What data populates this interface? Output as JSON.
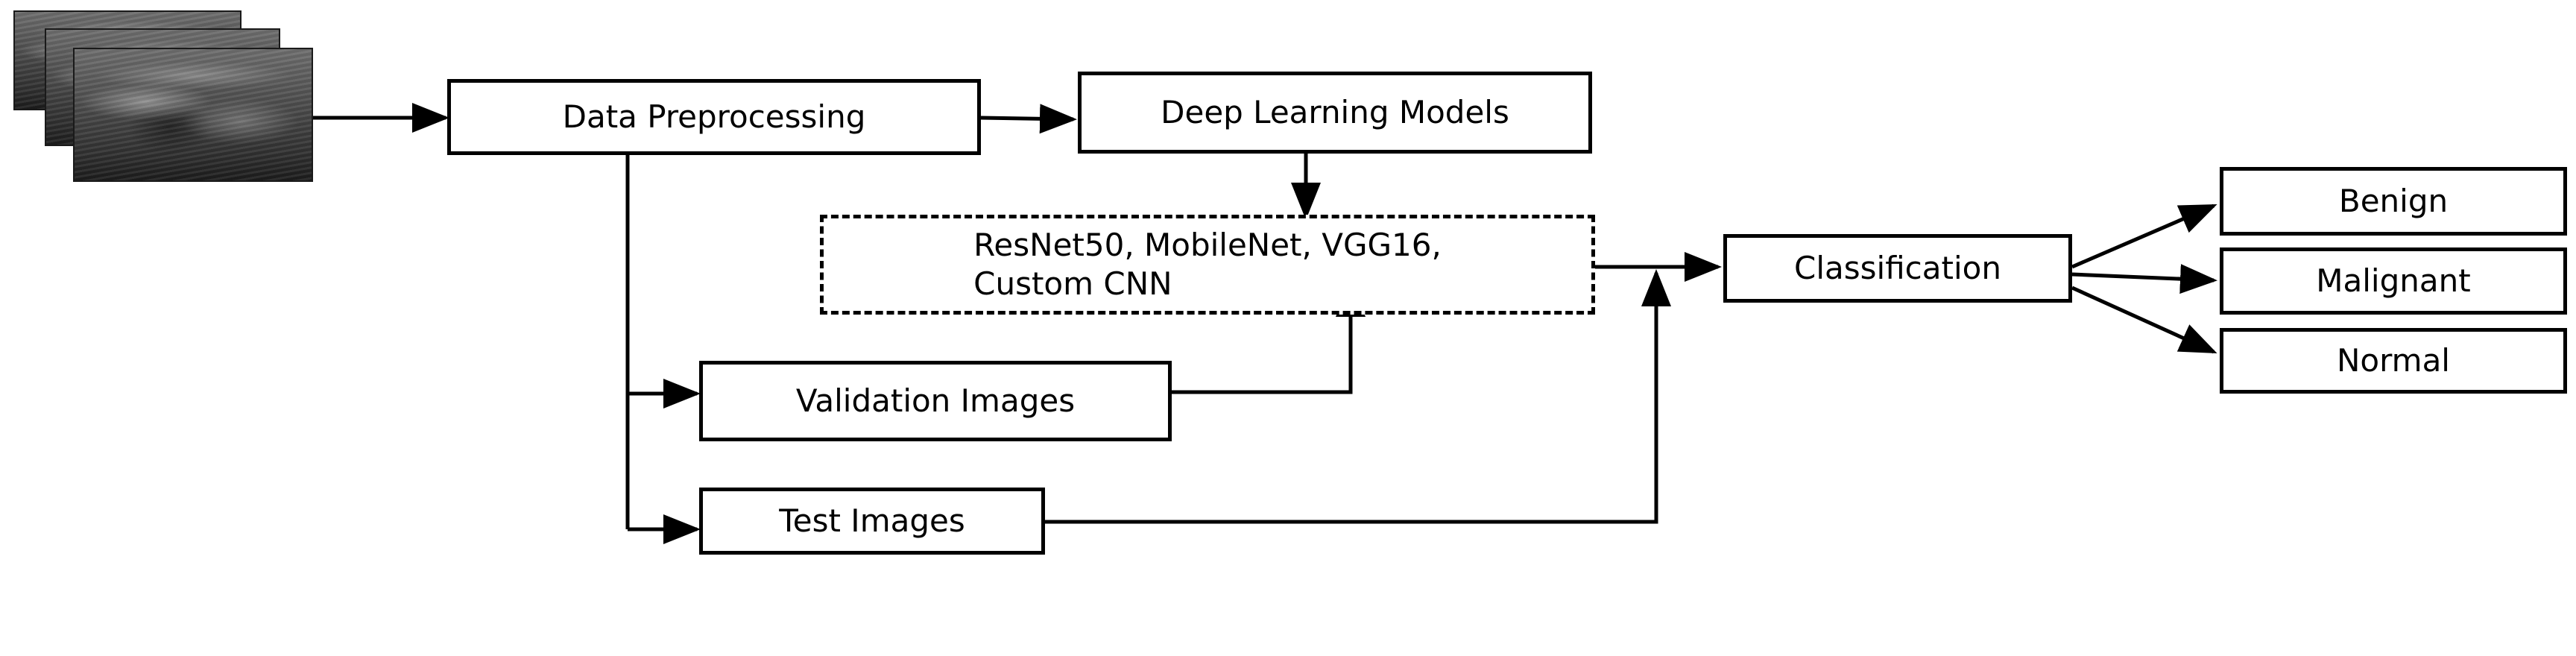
{
  "diagram": {
    "input_images": {
      "icon": "ultrasound-image-stack-icon"
    },
    "nodes": {
      "data_preprocessing": "Data Preprocessing",
      "deep_learning_models": "Deep Learning Models",
      "models_list": "ResNet50, MobileNet, VGG16,\nCustom CNN",
      "validation_images": "Validation Images",
      "test_images": "Test Images",
      "classification": "Classification"
    },
    "classes": [
      "Benign",
      "Malignant",
      "Normal"
    ],
    "colors": {
      "stroke": "#000000",
      "background": "#ffffff"
    }
  }
}
